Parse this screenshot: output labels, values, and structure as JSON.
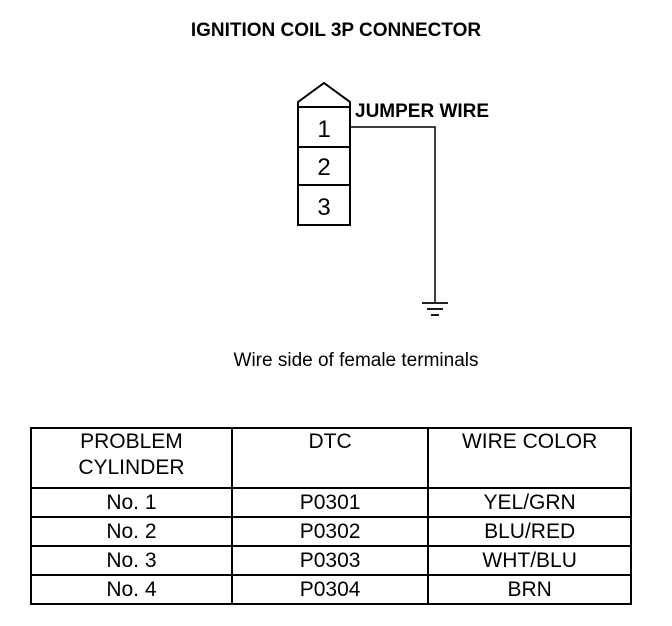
{
  "title": "IGNITION COIL 3P CONNECTOR",
  "connector": {
    "terminals": [
      "1",
      "2",
      "3"
    ],
    "jumper_label": "JUMPER WIRE"
  },
  "caption": "Wire side of female terminals",
  "table": {
    "headers": [
      "PROBLEM CYLINDER",
      "DTC",
      "WIRE COLOR"
    ],
    "rows": [
      [
        "No. 1",
        "P0301",
        "YEL/GRN"
      ],
      [
        "No. 2",
        "P0302",
        "BLU/RED"
      ],
      [
        "No. 3",
        "P0303",
        "WHT/BLU"
      ],
      [
        "No. 4",
        "P0304",
        "BRN"
      ]
    ]
  }
}
